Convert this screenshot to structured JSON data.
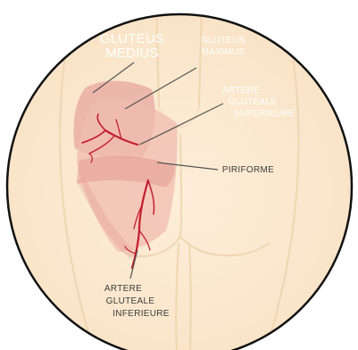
{
  "colors": {
    "skin": "#fcebd2",
    "outline": "#efd6b2",
    "muscle": "#e8a9a0",
    "artery": "#c41e2e",
    "frame": "#111111",
    "label_light": "#ffffff",
    "label_dark": "#3c3c3c"
  },
  "labels": {
    "gluteus_medius": {
      "line1": "GLUTEUS",
      "line2": "MEDIUS"
    },
    "gluteus_maximus": {
      "line1": "GLUTEUS",
      "line2": "MAXIMUS"
    },
    "artere_superieure": {
      "line1": "ARTERE",
      "line2": "GLUTEALE",
      "line3": "SUPERIEURE"
    },
    "piriforme": {
      "line1": "PIRIFORME"
    },
    "artere_inferieure": {
      "line1": "ARTERE",
      "line2": "GLUTEALE",
      "line3": "INFERIEURE"
    }
  }
}
